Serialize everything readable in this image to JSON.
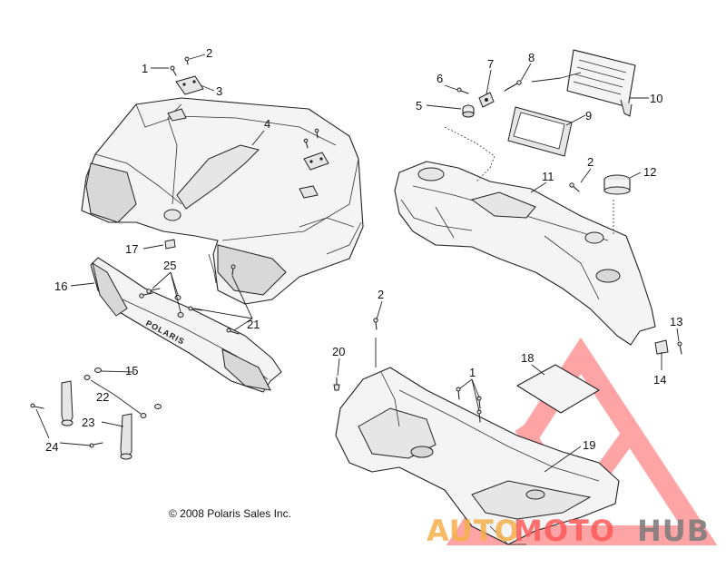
{
  "callouts": [
    {
      "id": "c1a",
      "text": "1"
    },
    {
      "id": "c2a",
      "text": "2"
    },
    {
      "id": "c3",
      "text": "3"
    },
    {
      "id": "c4",
      "text": "4"
    },
    {
      "id": "c5",
      "text": "5"
    },
    {
      "id": "c6",
      "text": "6"
    },
    {
      "id": "c7",
      "text": "7"
    },
    {
      "id": "c8",
      "text": "8"
    },
    {
      "id": "c9",
      "text": "9"
    },
    {
      "id": "c10",
      "text": "10"
    },
    {
      "id": "c11",
      "text": "11"
    },
    {
      "id": "c2b",
      "text": "2"
    },
    {
      "id": "c12",
      "text": "12"
    },
    {
      "id": "c13",
      "text": "13"
    },
    {
      "id": "c14",
      "text": "14"
    },
    {
      "id": "c15",
      "text": "15"
    },
    {
      "id": "c16",
      "text": "16"
    },
    {
      "id": "c17",
      "text": "17"
    },
    {
      "id": "c18",
      "text": "18"
    },
    {
      "id": "c19",
      "text": "19"
    },
    {
      "id": "c20",
      "text": "20"
    },
    {
      "id": "c21",
      "text": "21"
    },
    {
      "id": "c22",
      "text": "22"
    },
    {
      "id": "c23",
      "text": "23"
    },
    {
      "id": "c24",
      "text": "24"
    },
    {
      "id": "c25",
      "text": "25"
    },
    {
      "id": "c2c",
      "text": "2"
    },
    {
      "id": "c1b",
      "text": "1"
    }
  ],
  "copyright": "© 2008 Polaris Sales Inc.",
  "grille_brand": "POLARIS",
  "watermark": {
    "part1": "AUTO",
    "part2": "MOTO",
    "part3": "HUB",
    "color_orange": "#f5b04a",
    "color_red": "#ff5a5a",
    "color_gray": "#7a7a7a"
  }
}
